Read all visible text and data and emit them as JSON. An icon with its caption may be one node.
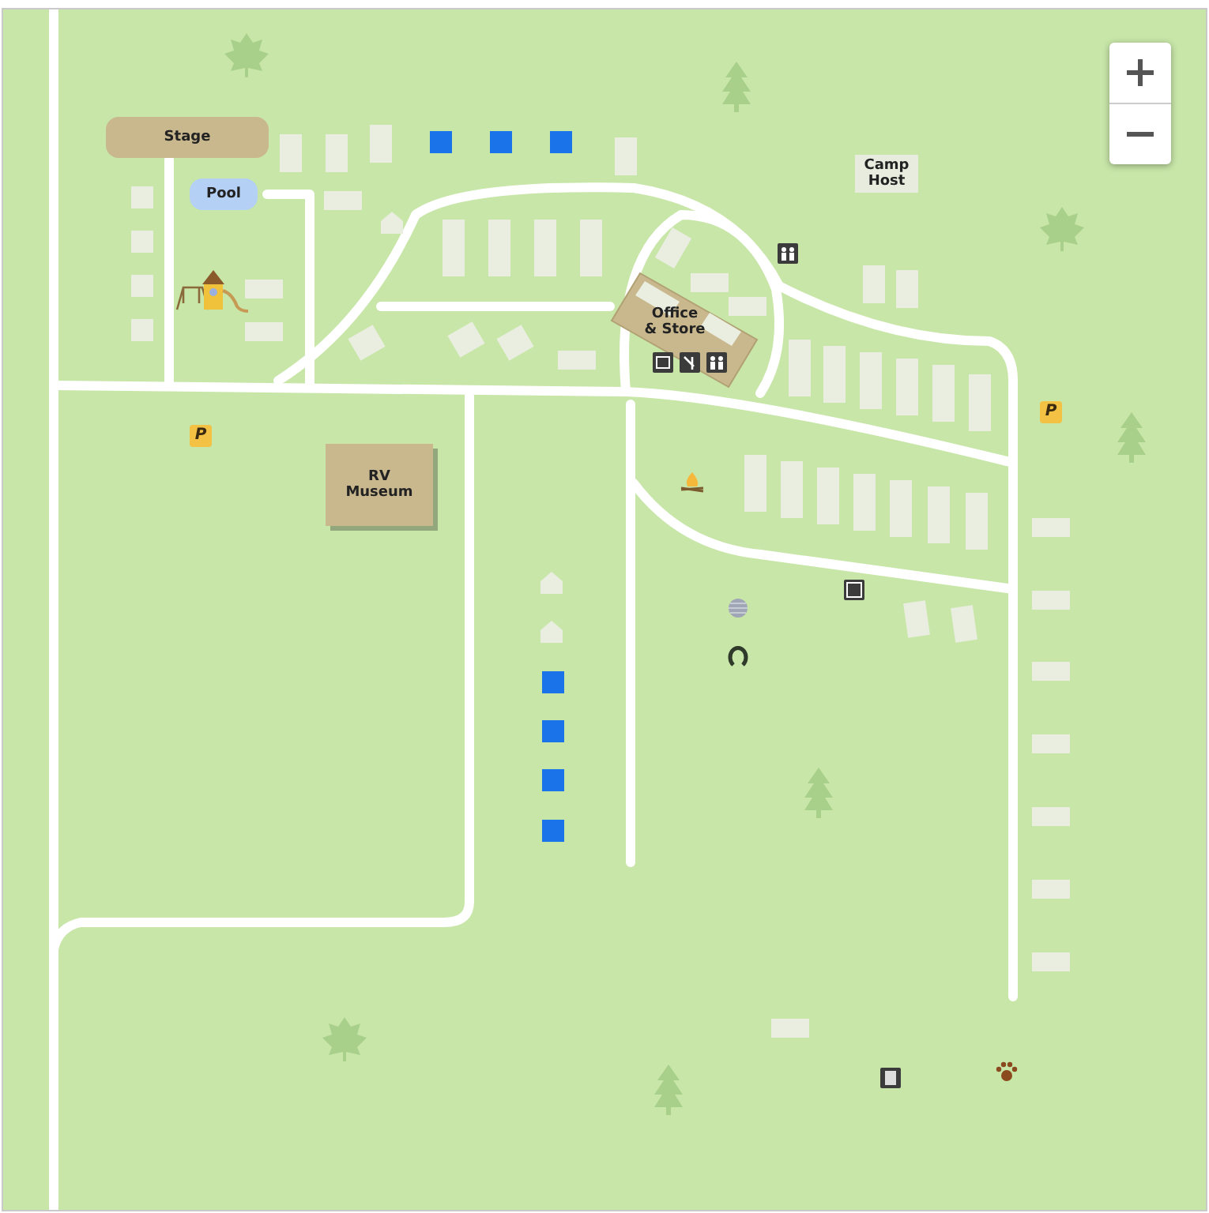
{
  "diagram": {
    "nodes": [
      {
        "text": [
          "Stage"
        ]
      },
      {
        "text": [
          "Pool"
        ]
      },
      {
        "text": [
          "Camp Host"
        ]
      },
      {
        "text": [
          "Office & Store"
        ]
      },
      {
        "text": [
          "RV Museum"
        ]
      }
    ],
    "labels": [
      "P",
      "P"
    ]
  }
}
